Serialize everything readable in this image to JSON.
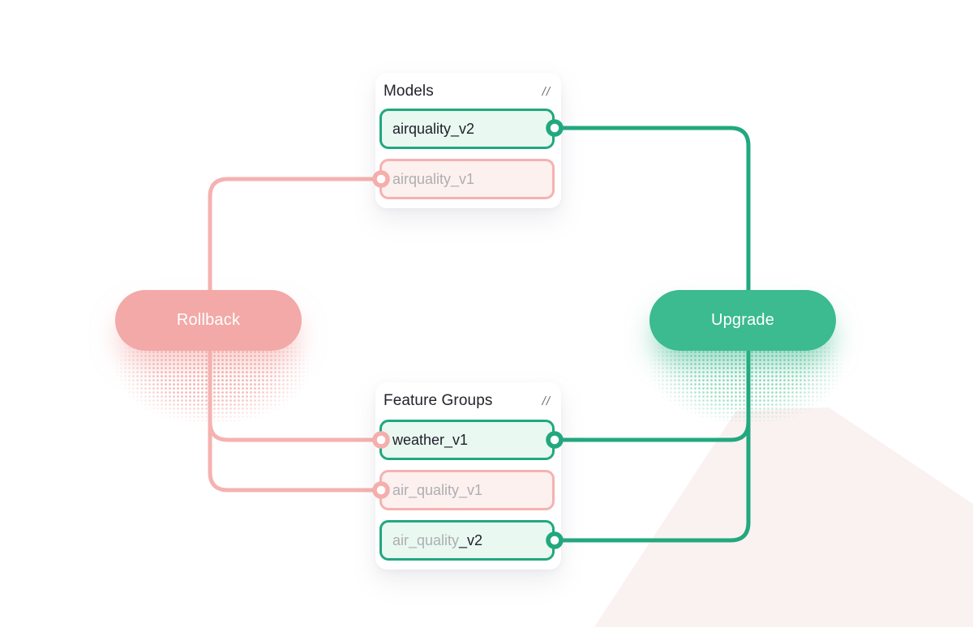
{
  "diagram": {
    "cards": [
      {
        "title": "Models",
        "menu_icon": "//",
        "items": [
          {
            "text_muted": "",
            "text_dark": "airquality_v2",
            "variant": "green"
          },
          {
            "text_muted": "airquality_v1",
            "text_dark": "",
            "variant": "pink"
          }
        ]
      },
      {
        "title": "Feature Groups",
        "menu_icon": "//",
        "items": [
          {
            "text_muted": "",
            "text_dark": "weather_v1",
            "variant": "green"
          },
          {
            "text_muted": "air_quality_v1",
            "text_dark": "",
            "variant": "pink"
          },
          {
            "text_muted": "air_quality",
            "text_dark": "_v2",
            "variant": "green"
          }
        ]
      }
    ],
    "buttons": [
      {
        "label": "Rollback",
        "variant": "pink"
      },
      {
        "label": "Upgrade",
        "variant": "green"
      }
    ],
    "colors": {
      "green_stroke": "#21a87e",
      "green_button": "#3cba90",
      "green_chip_fill": "#e9f8f1",
      "pink_stroke": "#f5b2b0",
      "pink_button": "#f2a9a7",
      "pink_chip_fill": "#fcf1ef",
      "floor_shape": "#faf1f1",
      "text_dark": "#1f1f28",
      "text_muted": "#aeaeb1"
    }
  }
}
